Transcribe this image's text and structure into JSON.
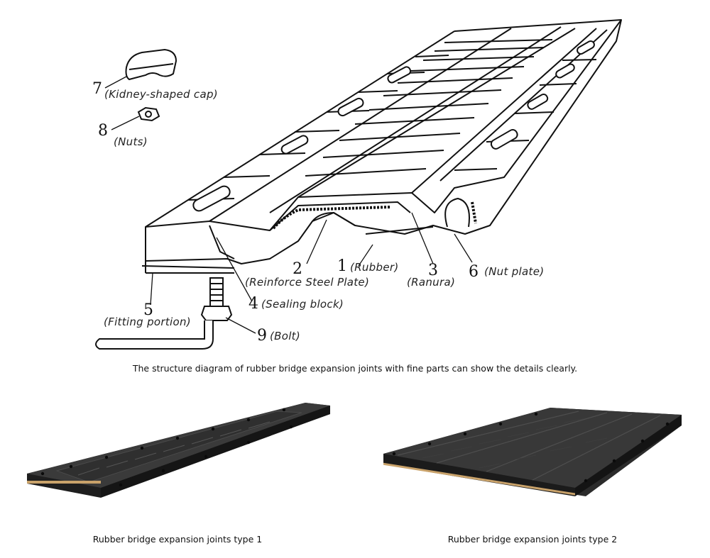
{
  "diagram": {
    "parts": [
      {
        "num": "1",
        "label": "(Rubber)"
      },
      {
        "num": "2",
        "label": "(Reinforce Steel Plate)"
      },
      {
        "num": "3",
        "label": "(Ranura)"
      },
      {
        "num": "4",
        "label": "(Sealing block)"
      },
      {
        "num": "5",
        "label": "(Fitting portion)"
      },
      {
        "num": "6",
        "label": "(Nut plate)"
      },
      {
        "num": "7",
        "label": "(Kidney-shaped cap)"
      },
      {
        "num": "8",
        "label": "(Nuts)"
      },
      {
        "num": "9",
        "label": "(Bolt)"
      }
    ],
    "caption": "The structure diagram of rubber bridge expansion joints with fine parts can show the details clearly."
  },
  "products": [
    {
      "caption": "Rubber bridge expansion joints type 1"
    },
    {
      "caption": "Rubber bridge expansion joints type 2"
    }
  ]
}
